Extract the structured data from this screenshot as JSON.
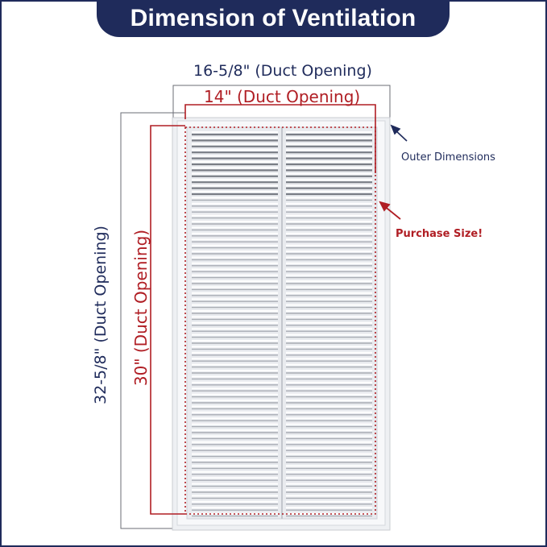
{
  "title": "Dimension of Ventilation",
  "labels": {
    "outer_width": "16-5/8\" (Duct Opening)",
    "duct_width": "14\" (Duct Opening)",
    "outer_height": "32-5/8\" (Duct Opening)",
    "duct_height": "30\" (Duct Opening)",
    "outer_dimensions": "Outer Dimensions",
    "purchase_size": "Purchase Size!"
  },
  "colors": {
    "navy": "#1f2b5b",
    "red": "#b01e24",
    "grille": "#f4f5f7"
  }
}
